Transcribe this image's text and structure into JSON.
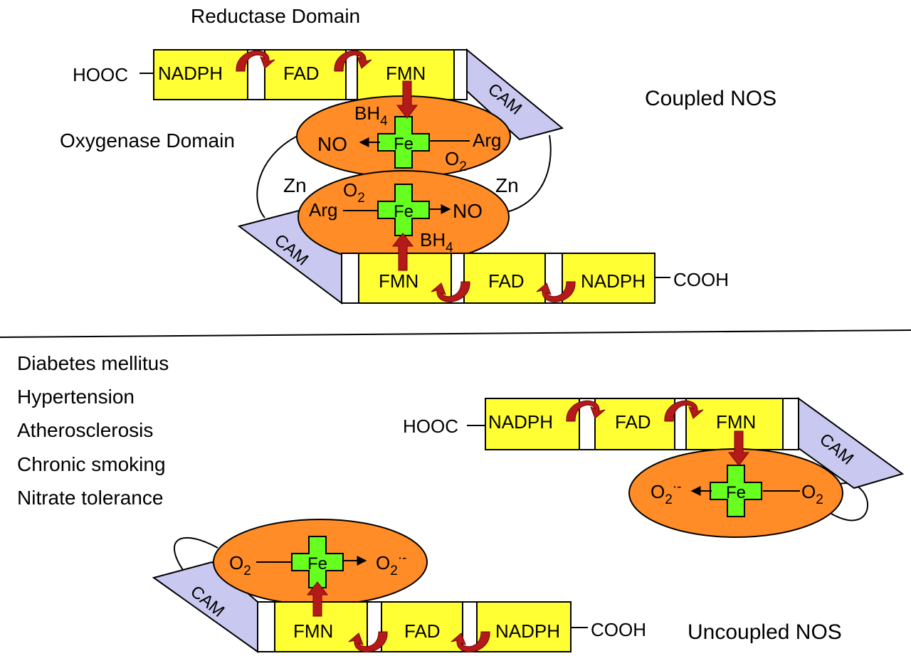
{
  "labels": {
    "reductase_domain": "Reductase Domain",
    "oxygenase_domain": "Oxygenase Domain",
    "coupled_title": "Coupled NOS",
    "uncoupled_title": "Uncoupled NOS",
    "hooc": "HOOC",
    "cooh": "COOH",
    "nadph": "NADPH",
    "fad": "FAD",
    "fmn": "FMN",
    "cam": "CAM",
    "fe": "Fe",
    "arg": "Arg",
    "no": "NO",
    "zn": "Zn",
    "bh": "BH",
    "bh_sub": "4",
    "o": "O",
    "o2_sub": "2",
    "superoxide_sup": "·-"
  },
  "conditions": [
    "Diabetes mellitus",
    "Hypertension",
    "Atherosclerosis",
    "Chronic smoking",
    "Nitrate tolerance"
  ],
  "colors": {
    "flavin_domain": "#ffff33",
    "oxygenase": "#ff8c26",
    "heme_fe": "#66ff1f",
    "calmodulin": "#c8c8f0",
    "electron_arrow": "#b31a1a"
  }
}
